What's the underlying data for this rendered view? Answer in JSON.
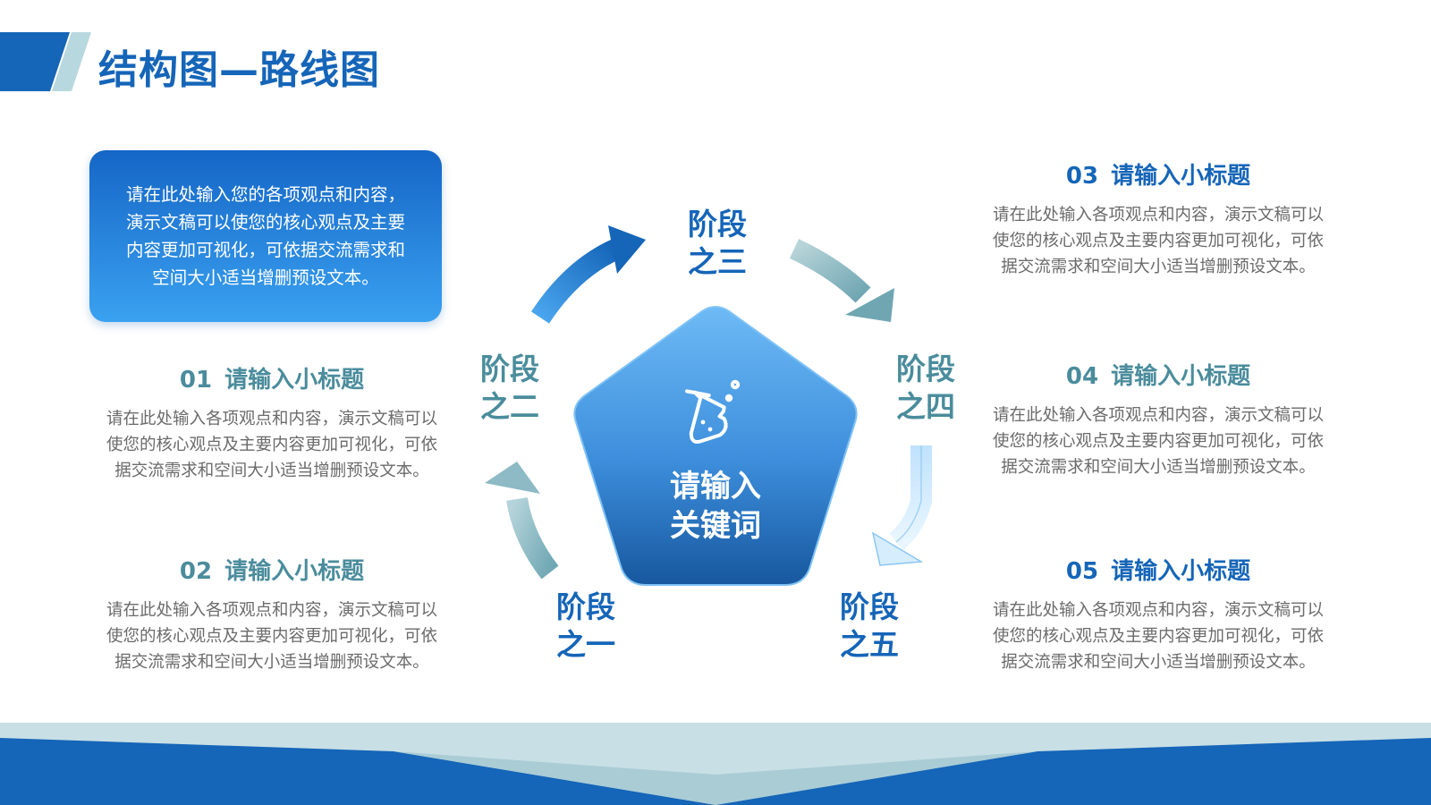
{
  "title": "结构图—路线图",
  "intro": {
    "text": "请在此处输入您的各项观点和内容，演示文稿可以使您的核心观点及主要内容更加可视化，可依据交流需求和空间大小适当增删预设文本。"
  },
  "center": {
    "icon": "flask-icon",
    "line1": "请输入",
    "line2": "关键词"
  },
  "stages": [
    {
      "line1": "阶段",
      "line2": "之一"
    },
    {
      "line1": "阶段",
      "line2": "之二"
    },
    {
      "line1": "阶段",
      "line2": "之三"
    },
    {
      "line1": "阶段",
      "line2": "之四"
    },
    {
      "line1": "阶段",
      "line2": "之五"
    }
  ],
  "items": [
    {
      "num": "01",
      "title": "请输入小标题",
      "body": "请在此处输入各项观点和内容，演示文稿可以使您的核心观点及主要内容更加可视化，可依据交流需求和空间大小适当增删预设文本。"
    },
    {
      "num": "02",
      "title": "请输入小标题",
      "body": "请在此处输入各项观点和内容，演示文稿可以使您的核心观点及主要内容更加可视化，可依据交流需求和空间大小适当增删预设文本。"
    },
    {
      "num": "03",
      "title": "请输入小标题",
      "body": "请在此处输入各项观点和内容，演示文稿可以使您的核心观点及主要内容更加可视化，可依据交流需求和空间大小适当增删预设文本。"
    },
    {
      "num": "04",
      "title": "请输入小标题",
      "body": "请在此处输入各项观点和内容，演示文稿可以使您的核心观点及主要内容更加可视化，可依据交流需求和空间大小适当增删预设文本。"
    },
    {
      "num": "05",
      "title": "请输入小标题",
      "body": "请在此处输入各项观点和内容，演示文稿可以使您的核心观点及主要内容更加可视化，可依据交流需求和空间大小适当增删预设文本。"
    }
  ],
  "colors": {
    "primary_blue": "#1565b8",
    "light_blue": "#3aa1f0",
    "teal": "#4a8c9c",
    "body_gray": "#6b6b6b",
    "pale_teal": "#b8d8e0"
  }
}
